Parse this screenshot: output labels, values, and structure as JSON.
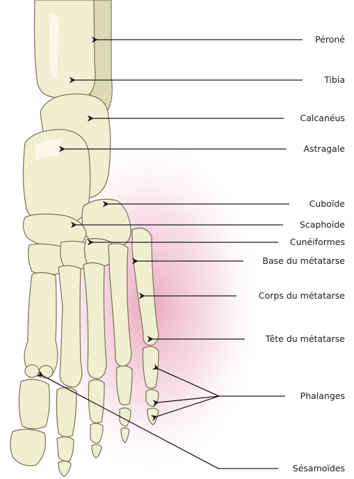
{
  "labels": [
    {
      "id": "perone",
      "text": "Péroné"
    },
    {
      "id": "tibia",
      "text": "Tibia"
    },
    {
      "id": "calcaneus",
      "text": "Calcanéus"
    },
    {
      "id": "astragale",
      "text": "Astragale"
    },
    {
      "id": "cuboide",
      "text": "Cuboïde"
    },
    {
      "id": "scaphoide",
      "text": "Scaphoïde"
    },
    {
      "id": "cuneiformes",
      "text": "Cunéiformes"
    },
    {
      "id": "base",
      "text": "Base du métatarse"
    },
    {
      "id": "corps",
      "text": "Corps du métatarse"
    },
    {
      "id": "tete",
      "text": "Tête du métatarse"
    },
    {
      "id": "phalanges",
      "text": "Phalanges"
    },
    {
      "id": "sesamoides",
      "text": "Sésamoïdes"
    }
  ],
  "colors": {
    "bone": "#f1efd2",
    "bone_outline": "#7d7a5a",
    "glow": "#e9a3bd",
    "text": "#1a1a1a"
  }
}
